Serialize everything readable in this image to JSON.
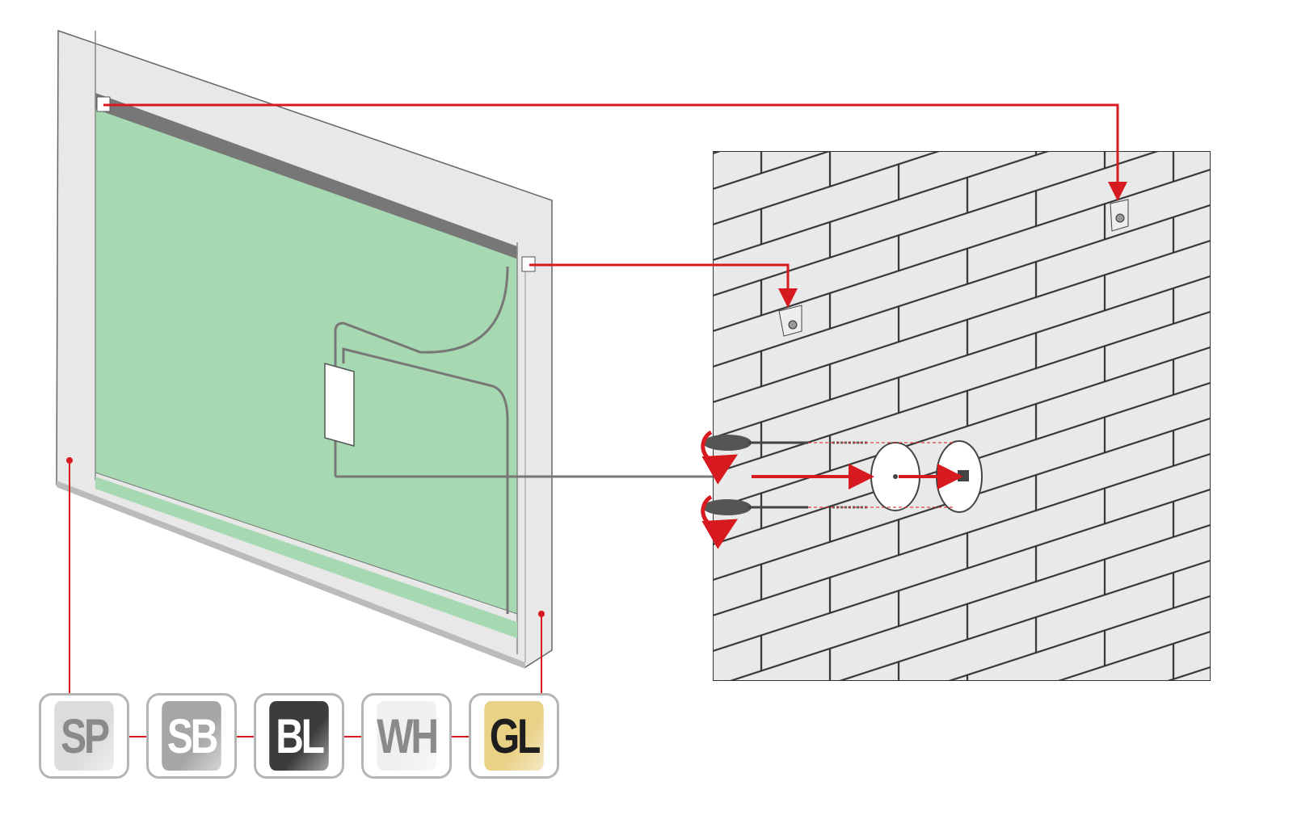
{
  "finishes": [
    {
      "code": "SP",
      "bg": "#dcdcdc",
      "fg": "#8a8a8a"
    },
    {
      "code": "SB",
      "bg": "#a6a6a6",
      "fg": "#ffffff"
    },
    {
      "code": "BL",
      "bg": "#3c3c3c",
      "fg": "#ffffff"
    },
    {
      "code": "WH",
      "bg": "#f0f0f0",
      "fg": "#8a8a8a"
    },
    {
      "code": "GL",
      "bg": "#e9d186",
      "fg": "#1e1e1e"
    }
  ],
  "colors": {
    "accent": "#d71920",
    "mirror": "#a6d8b2",
    "frame": "#e6e6e6",
    "brick": "#e9e9e9"
  }
}
